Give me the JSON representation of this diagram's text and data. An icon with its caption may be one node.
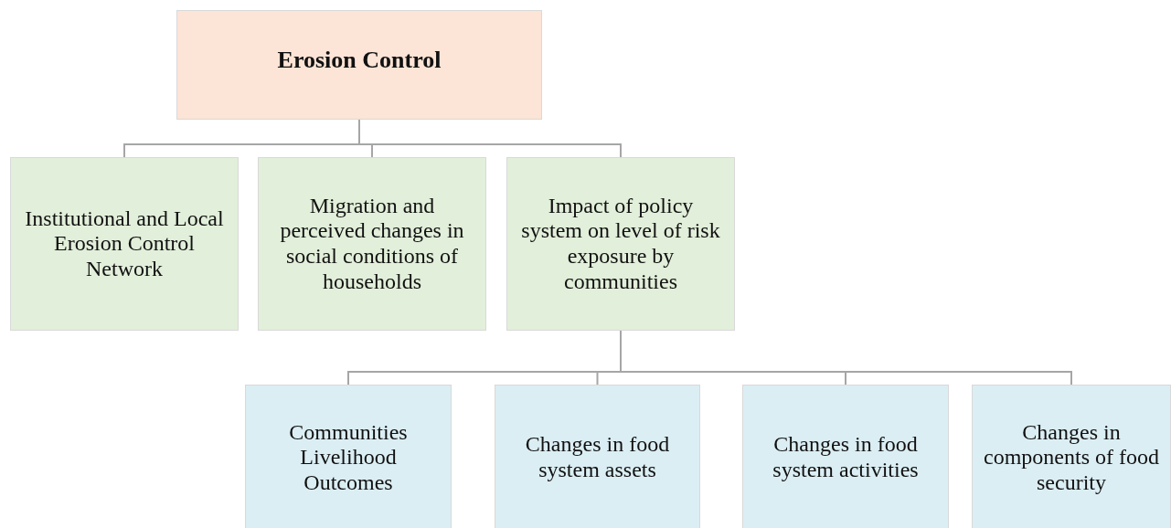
{
  "diagram": {
    "nodes": [
      {
        "text": [
          "Erosion Control"
        ]
      },
      {
        "text": [
          "Institutional and Local Erosion Control Network"
        ]
      },
      {
        "text": [
          "Migration and perceived changes in social conditions of households"
        ]
      },
      {
        "text": [
          "Impact of policy system on level of risk exposure by communities"
        ]
      },
      {
        "text": [
          "Communities Livelihood Outcomes"
        ]
      },
      {
        "text": [
          "Changes in food system assets"
        ]
      },
      {
        "text": [
          "Changes in food system activities"
        ]
      },
      {
        "text": [
          "Changes in components of food security"
        ]
      }
    ],
    "edges": [
      {
        "from": 0,
        "to": 1,
        "arrow": "none"
      },
      {
        "from": 0,
        "to": 2,
        "arrow": "none"
      },
      {
        "from": 0,
        "to": 3,
        "arrow": "none"
      },
      {
        "from": 3,
        "to": 4,
        "arrow": "none"
      },
      {
        "from": 3,
        "to": 5,
        "arrow": "none"
      },
      {
        "from": 3,
        "to": 6,
        "arrow": "none"
      },
      {
        "from": 3,
        "to": 7,
        "arrow": "none"
      }
    ]
  }
}
